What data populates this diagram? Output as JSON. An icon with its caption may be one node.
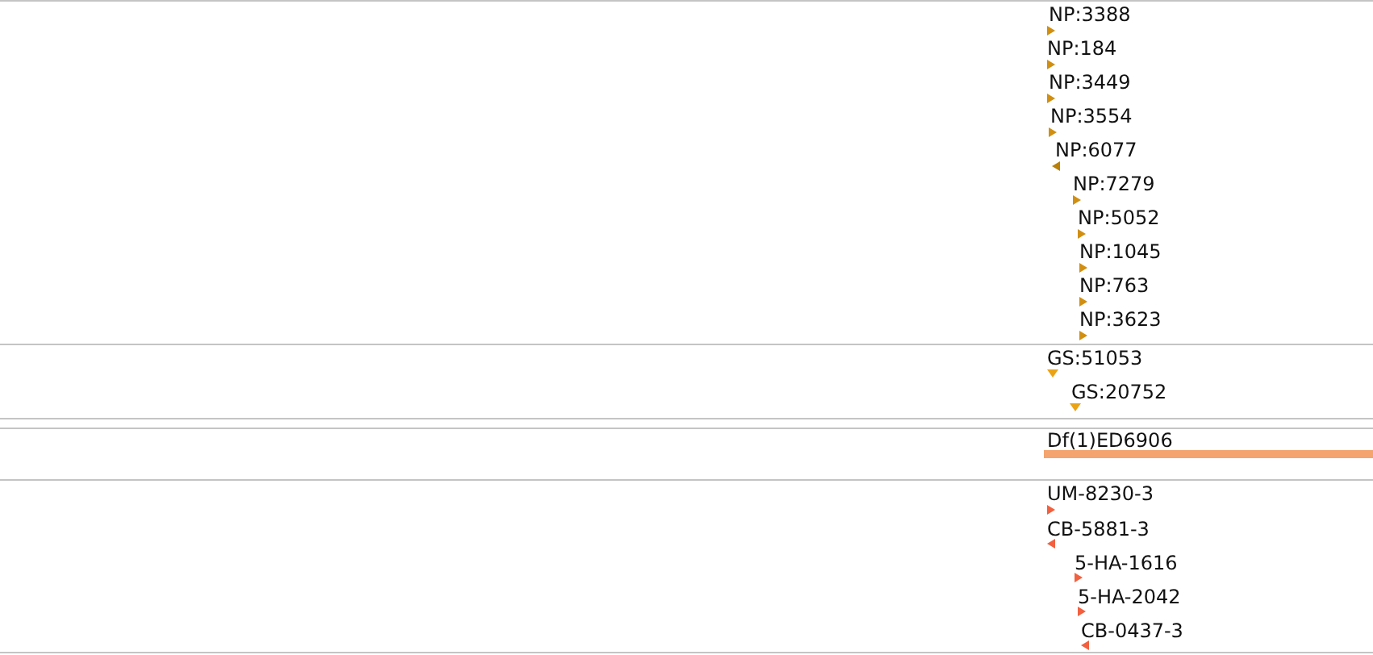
{
  "diagram": {
    "labels": [
      "NP:3388",
      "NP:184",
      "NP:3449",
      "NP:3554",
      "NP:6077",
      "NP:7279",
      "NP:5052",
      "NP:1045",
      "NP:763",
      "NP:3623",
      "GS:51053",
      "GS:20752",
      "Df(1)ED6906",
      "UM-8230-3",
      "CB-5881-3",
      "5-HA-1616",
      "5-HA-2042",
      "CB-0437-3"
    ]
  }
}
